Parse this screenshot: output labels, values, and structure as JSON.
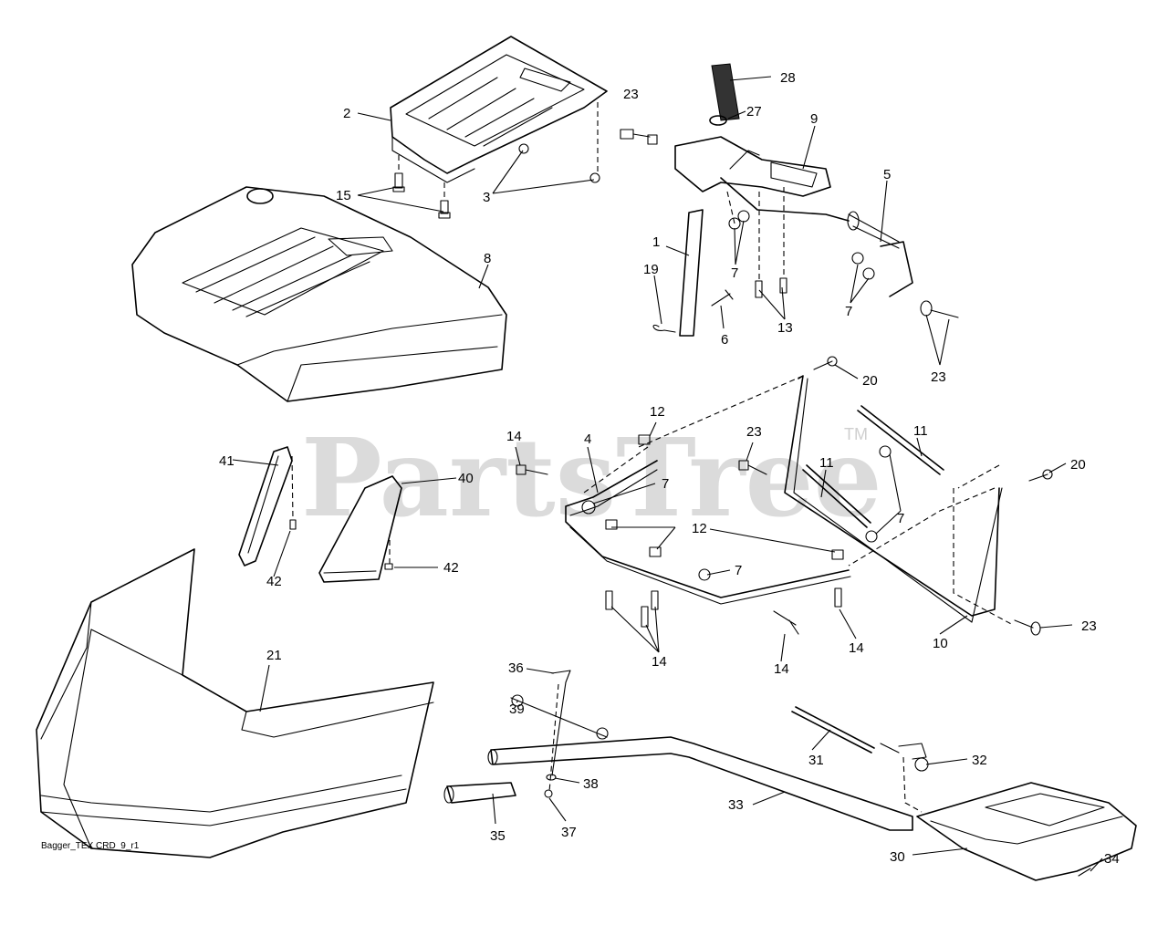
{
  "watermark": {
    "text": "PartsTree",
    "trademark": "TM"
  },
  "caption": "Bagger_TEX CRD_9_r1",
  "callouts": {
    "c1": "1",
    "c2": "2",
    "c3": "3",
    "c4": "4",
    "c5": "5",
    "c6": "6",
    "c7a": "7",
    "c7b": "7",
    "c7c": "7",
    "c7d": "7",
    "c7e": "7",
    "c8": "8",
    "c9": "9",
    "c10": "10",
    "c11a": "11",
    "c11b": "11",
    "c12a": "12",
    "c12b": "12",
    "c13": "13",
    "c14a": "14",
    "c14b": "14",
    "c14c": "14",
    "c14d": "14",
    "c15": "15",
    "c19": "19",
    "c20a": "20",
    "c20b": "20",
    "c21": "21",
    "c23a": "23",
    "c23b": "23",
    "c23c": "23",
    "c23d": "23",
    "c27": "27",
    "c28": "28",
    "c30": "30",
    "c31": "31",
    "c32": "32",
    "c33": "33",
    "c34": "34",
    "c35": "35",
    "c36": "36",
    "c37": "37",
    "c38": "38",
    "c39": "39",
    "c40": "40",
    "c41": "41",
    "c42a": "42",
    "c42b": "42"
  }
}
